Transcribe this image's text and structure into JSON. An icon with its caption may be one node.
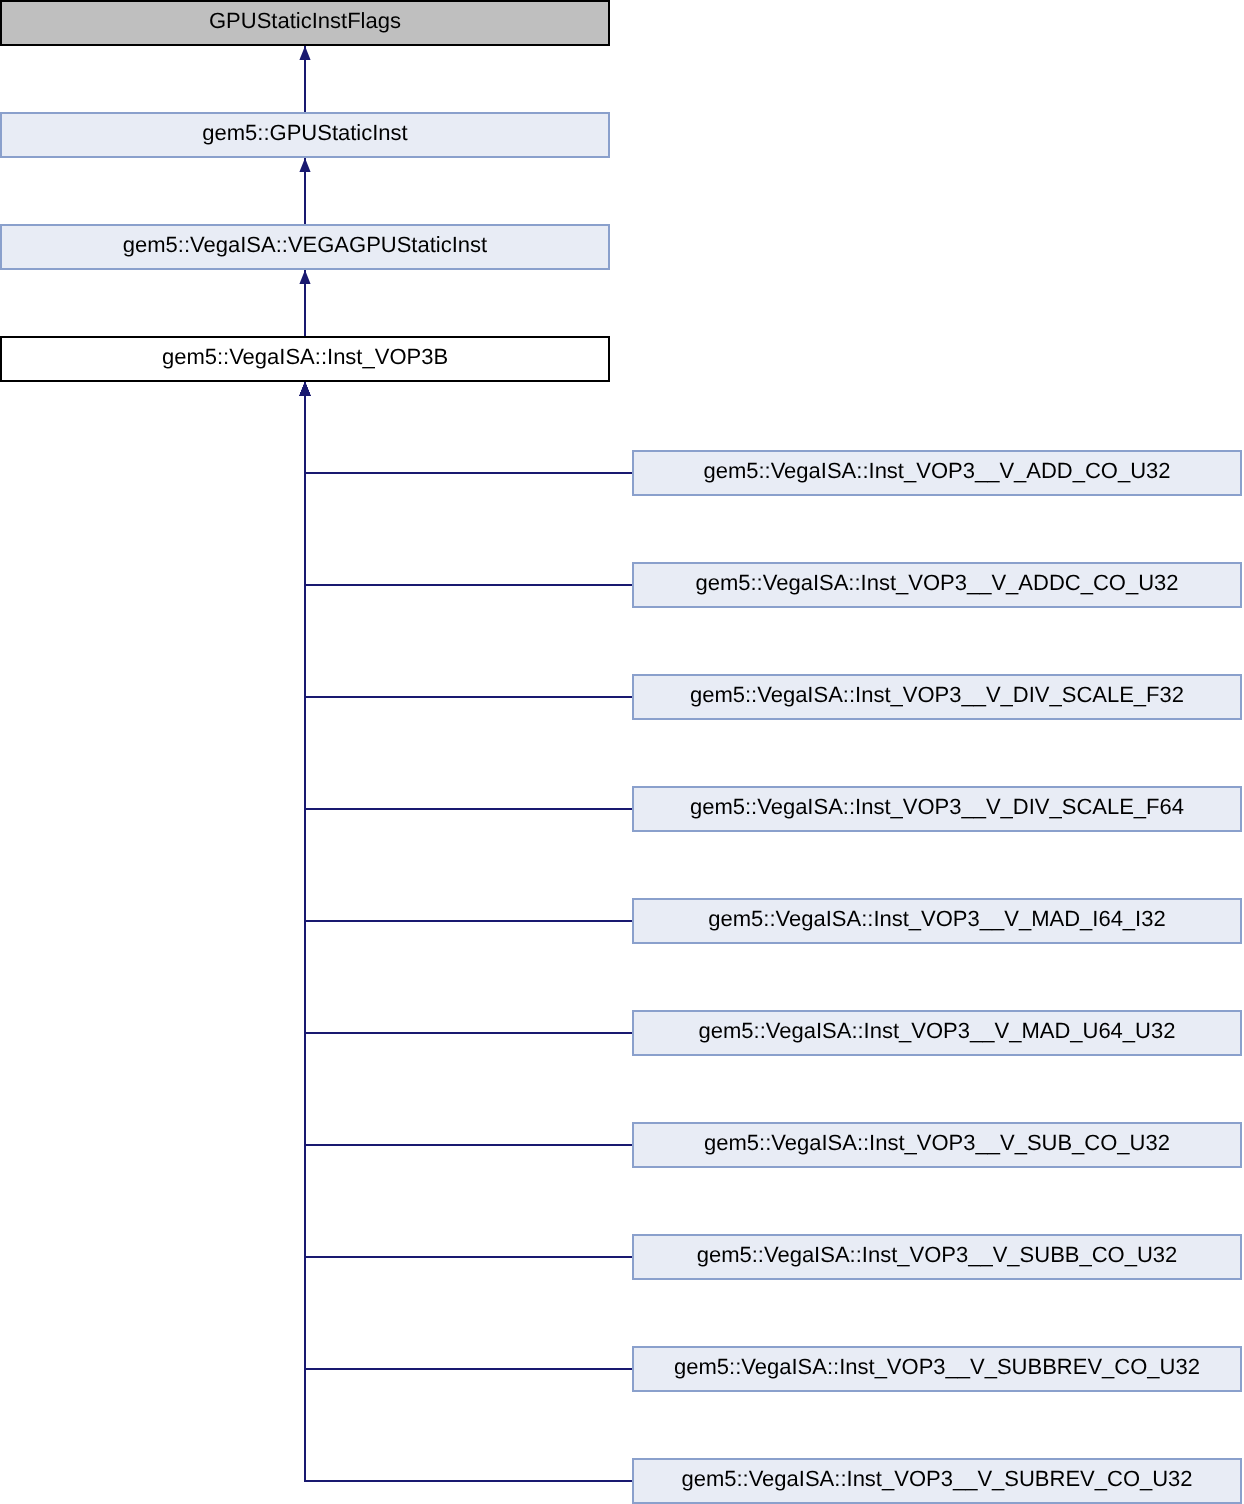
{
  "diagram": {
    "nodes": [
      {
        "text": [
          "GPUStaticInstFlags"
        ]
      },
      {
        "text": [
          "gem5::GPUStaticInst"
        ]
      },
      {
        "text": [
          "gem5::VegaISA::VEGAGPUStaticInst"
        ]
      },
      {
        "text": [
          "gem5::VegaISA::Inst_VOP3B"
        ]
      },
      {
        "text": [
          "gem5::VegaISA::Inst_VOP3__V_ADD_CO_U32"
        ]
      },
      {
        "text": [
          "gem5::VegaISA::Inst_VOP3__V_ADDC_CO_U32"
        ]
      },
      {
        "text": [
          "gem5::VegaISA::Inst_VOP3__V_DIV_SCALE_F32"
        ]
      },
      {
        "text": [
          "gem5::VegaISA::Inst_VOP3__V_DIV_SCALE_F64"
        ]
      },
      {
        "text": [
          "gem5::VegaISA::Inst_VOP3__V_MAD_I64_I32"
        ]
      },
      {
        "text": [
          "gem5::VegaISA::Inst_VOP3__V_MAD_U64_U32"
        ]
      },
      {
        "text": [
          "gem5::VegaISA::Inst_VOP3__V_SUB_CO_U32"
        ]
      },
      {
        "text": [
          "gem5::VegaISA::Inst_VOP3__V_SUBB_CO_U32"
        ]
      },
      {
        "text": [
          "gem5::VegaISA::Inst_VOP3__V_SUBBREV_CO_U32"
        ]
      },
      {
        "text": [
          "gem5::VegaISA::Inst_VOP3__V_SUBREV_CO_U32"
        ]
      }
    ],
    "edges": [
      {
        "from": 1,
        "to": 0,
        "arrow": "to"
      },
      {
        "from": 2,
        "to": 1,
        "arrow": "to"
      },
      {
        "from": 3,
        "to": 2,
        "arrow": "to"
      },
      {
        "from": 4,
        "to": 3,
        "arrow": "to"
      },
      {
        "from": 5,
        "to": 3,
        "arrow": "to"
      },
      {
        "from": 6,
        "to": 3,
        "arrow": "to"
      },
      {
        "from": 7,
        "to": 3,
        "arrow": "to"
      },
      {
        "from": 8,
        "to": 3,
        "arrow": "to"
      },
      {
        "from": 9,
        "to": 3,
        "arrow": "to"
      },
      {
        "from": 10,
        "to": 3,
        "arrow": "to"
      },
      {
        "from": 11,
        "to": 3,
        "arrow": "to"
      },
      {
        "from": 12,
        "to": 3,
        "arrow": "to"
      },
      {
        "from": 13,
        "to": 3,
        "arrow": "to"
      }
    ]
  }
}
